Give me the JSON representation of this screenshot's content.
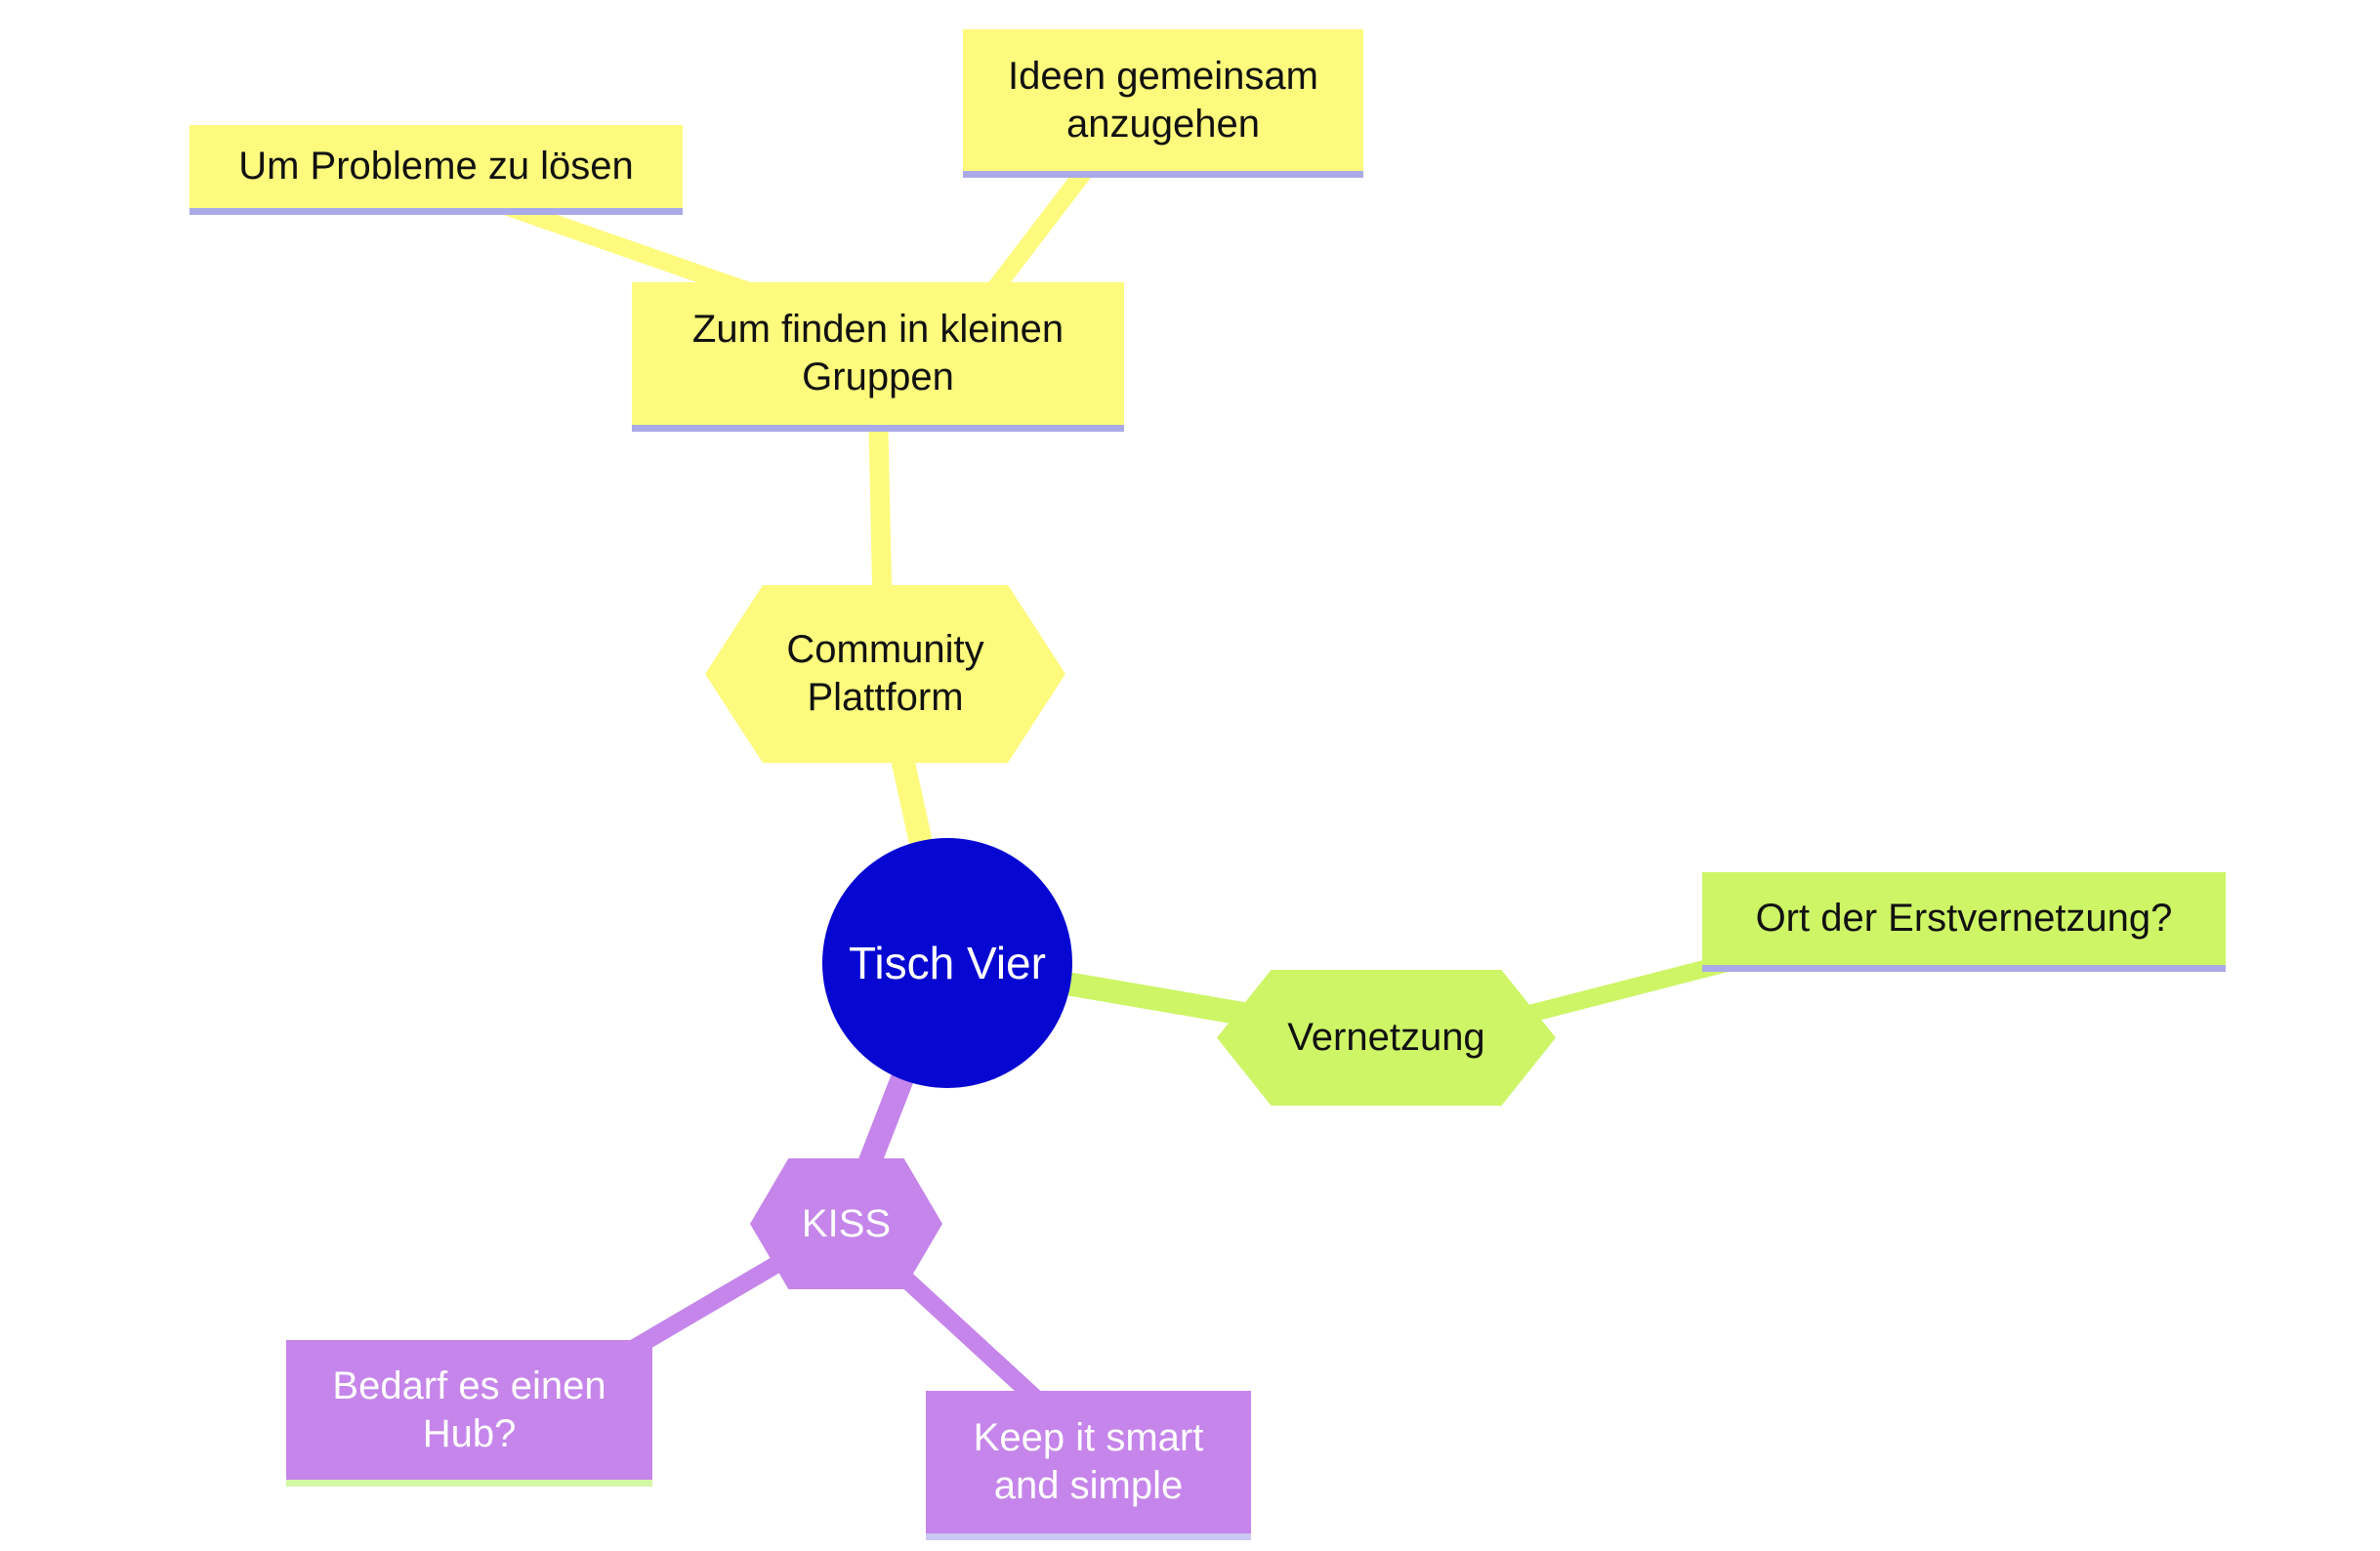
{
  "colors": {
    "yellow": "#fdfa7d",
    "green": "#cdf566",
    "purple": "#c585ea",
    "blue": "#0707d2",
    "lavender": "#aaaae8",
    "pale-green": "#d2f7a6",
    "pale-lavender": "#c9c9f2"
  },
  "diagram": {
    "root": {
      "label": "Tisch Vier"
    },
    "branches": [
      {
        "name": "community-plattform",
        "hub": {
          "label": "Community Plattform"
        },
        "children": [
          {
            "label": "Zum finden in kleinen Gruppen"
          },
          {
            "label": "Um Probleme zu lösen"
          },
          {
            "label": "Ideen gemeinsam anzugehen"
          }
        ]
      },
      {
        "name": "vernetzung",
        "hub": {
          "label": "Vernetzung"
        },
        "children": [
          {
            "label": "Ort der Erstvernetzung?"
          }
        ]
      },
      {
        "name": "kiss",
        "hub": {
          "label": "KISS"
        },
        "children": [
          {
            "label": "Bedarf es einen Hub?"
          },
          {
            "label": "Keep it smart and simple"
          }
        ]
      }
    ]
  }
}
